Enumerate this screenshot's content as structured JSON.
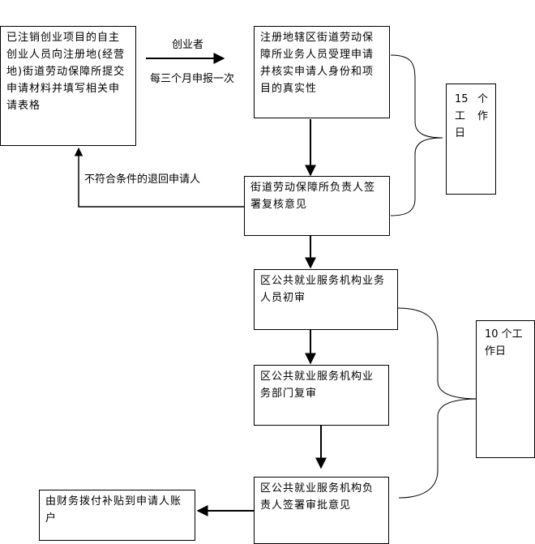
{
  "boxes": {
    "submit": "已注销创业项目的自主创业人员向注册地(经营地)街道劳动保障所提交申请材料并填写相关申请表格",
    "accept": "注册地辖区街道劳动保障所业务人员受理申请并核实申请人身份和项目的真实性",
    "sign": "街道劳动保障所负责人签署复核意见",
    "first_review": "区公共就业服务机构业务人员初审",
    "second_review": "区公共就业服务机构业务部门复审",
    "approve": "区公共就业服务机构负责人签署审批意见",
    "pay": "由财务拨付补贴到申请人账户"
  },
  "labels": {
    "arrow_top": "创业者",
    "arrow_bottom": "每三个月申报一次",
    "reject": "不符合条件的退回申请人"
  },
  "side_notes": {
    "upper_num": "15",
    "upper_a": "个",
    "upper_b": "工",
    "upper_c": "作",
    "upper_d": "日",
    "lower_line1": "10 个工",
    "lower_line2": "作日"
  }
}
